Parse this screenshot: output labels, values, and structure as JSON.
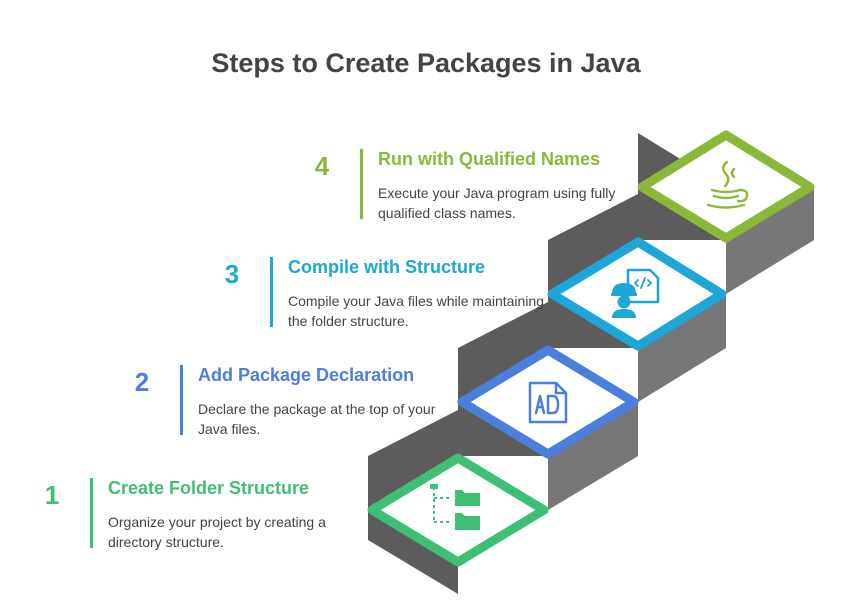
{
  "title": "Steps to Create Packages in Java",
  "steps": [
    {
      "number": "1",
      "title": "Create Folder Structure",
      "description": "Organize your project by creating a directory structure.",
      "color": "#3ebf73",
      "icon": "folder-tree-icon"
    },
    {
      "number": "2",
      "title": "Add Package Declaration",
      "description": "Declare the package at the top of your Java files.",
      "color": "#4a7fdc",
      "icon": "ad-file-icon"
    },
    {
      "number": "3",
      "title": "Compile with Structure",
      "description": "Compile your Java files while maintaining the folder structure.",
      "color": "#1ea6d9",
      "icon": "developer-icon"
    },
    {
      "number": "4",
      "title": "Run with Qualified Names",
      "description": "Execute your Java program using fully qualified class names.",
      "color": "#8ab83a",
      "icon": "java-coffee-icon"
    }
  ]
}
